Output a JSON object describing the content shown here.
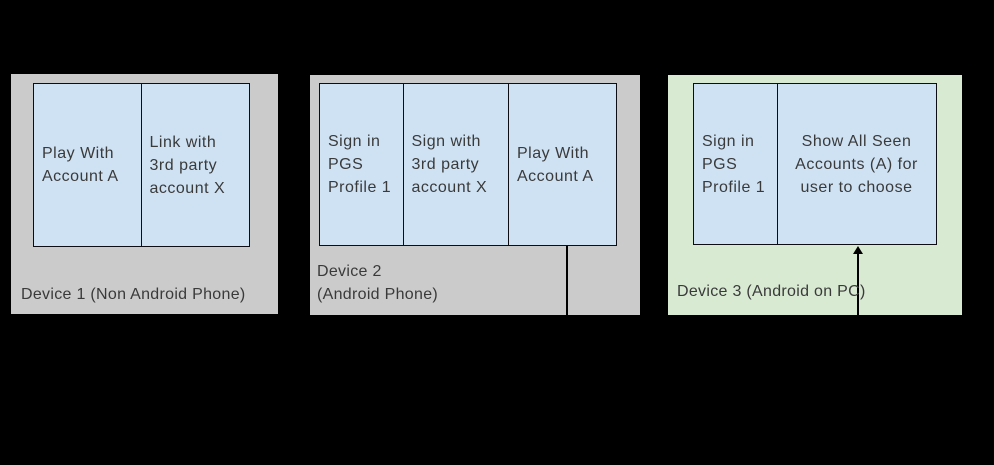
{
  "colors": {
    "canvas_bg": "#000000",
    "device_phone_panel_bg": "#cbcbcb",
    "device_pc_panel_bg": "#d9ead3",
    "step_box_bg": "#cfe2f3",
    "step_box_border": "#000000",
    "text": "#3a3a3a"
  },
  "devices": [
    {
      "label": "Device 1 (Non Android Phone)",
      "steps": [
        "Play With Account A",
        "Link with 3rd party account X"
      ]
    },
    {
      "label": "Device 2\n(Android Phone)",
      "steps": [
        "Sign in PGS Profile 1",
        "Sign with 3rd party account X",
        "Play With Account A"
      ]
    },
    {
      "label": "Device 3 (Android on PC)",
      "steps": [
        "Sign in PGS Profile 1",
        "Show All Seen Accounts (A) for user to choose"
      ]
    }
  ],
  "connector": {
    "from": "Device 2: Play With Account A",
    "to": "Device 3: Show All Seen Accounts (A) for user to choose",
    "style": "line drops from Device 2 box bottom; arrow points up into Device 3 box"
  }
}
